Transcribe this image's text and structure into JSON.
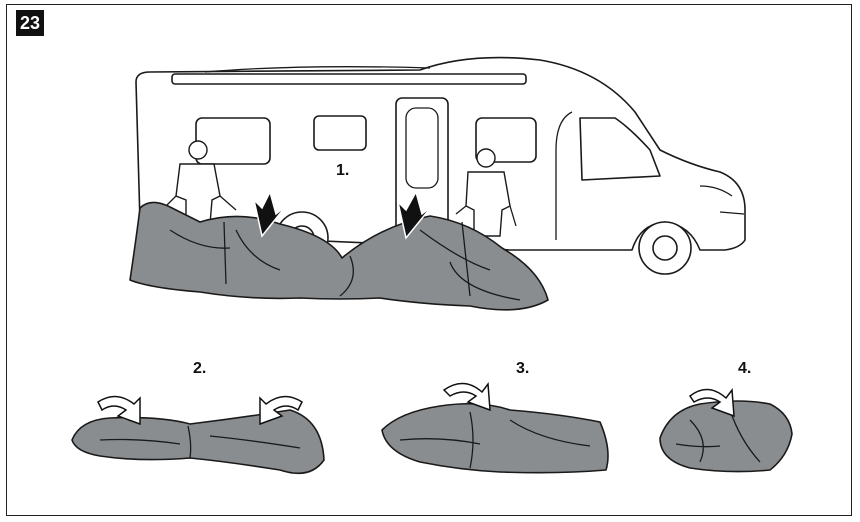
{
  "figure": {
    "number": "23",
    "steps": [
      {
        "label": "1."
      },
      {
        "label": "2."
      },
      {
        "label": "3."
      },
      {
        "label": "4."
      }
    ]
  },
  "icons": {
    "motorhome": "motorhome-illustration",
    "persons": "person-illustration",
    "fold_arrow": "curved-arrow-icon",
    "down_arrow": "down-arrow-icon"
  },
  "colors": {
    "tent": "#8a8d90",
    "outline": "#1a1a1a",
    "badge": "#111111"
  }
}
